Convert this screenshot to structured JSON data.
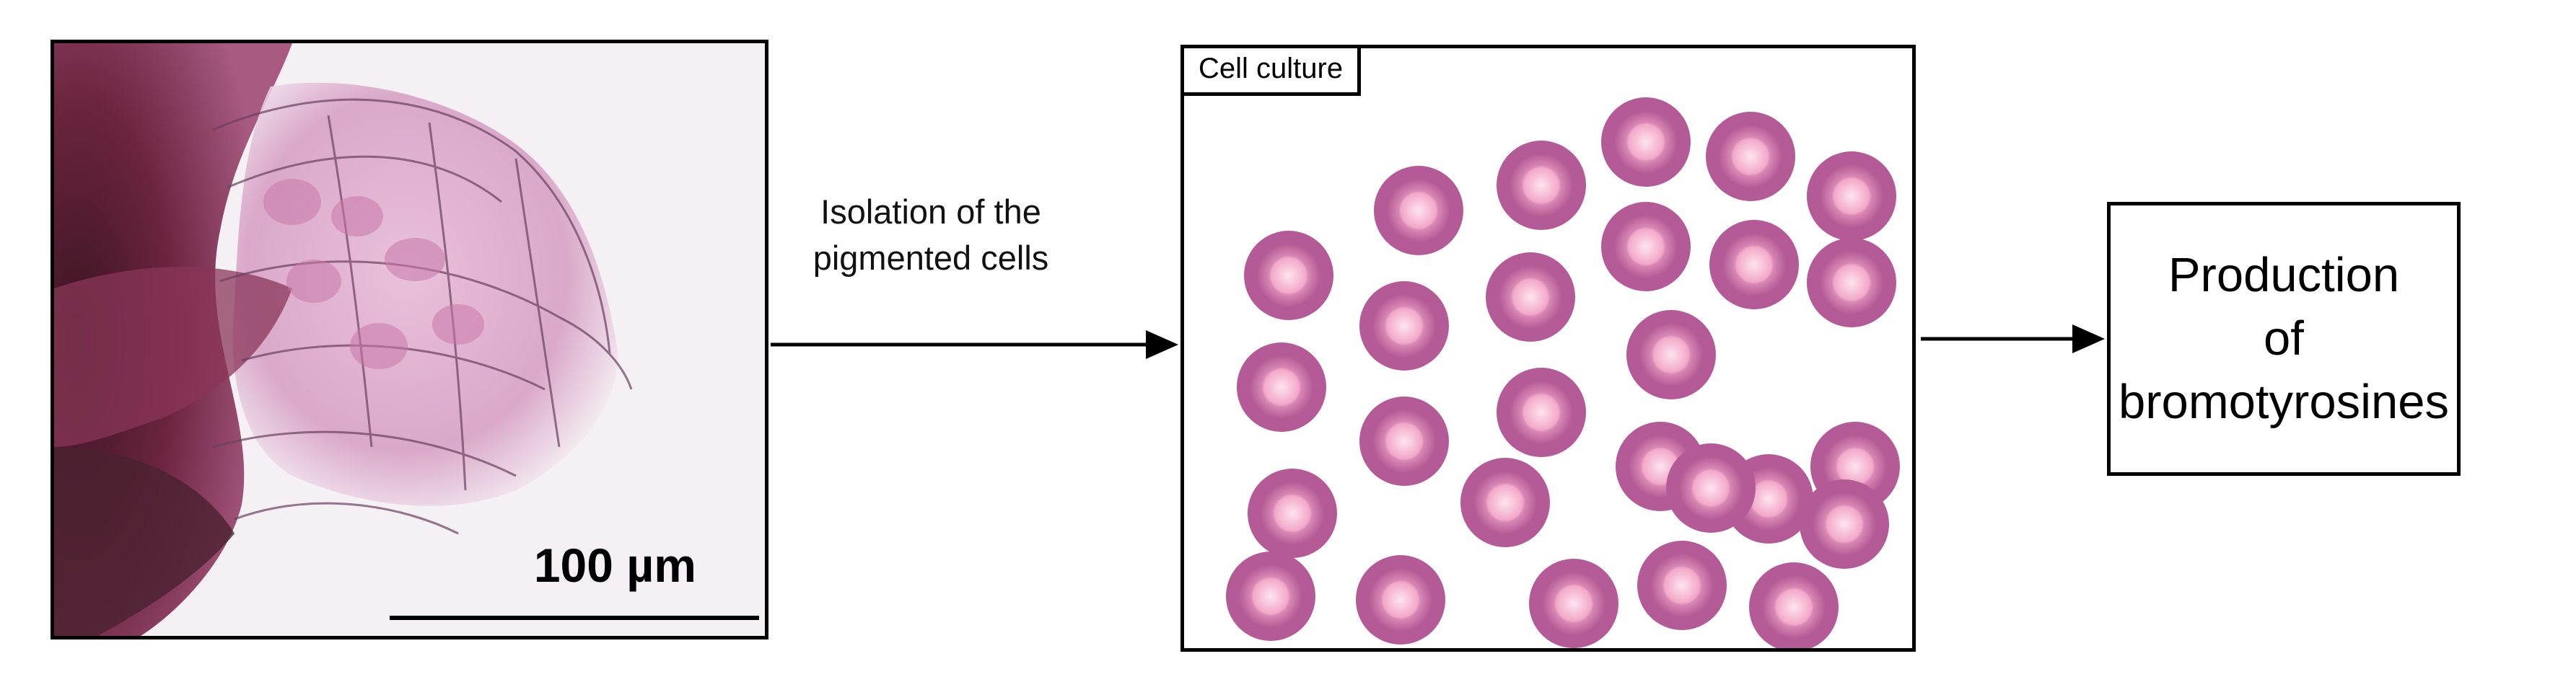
{
  "micrograph": {
    "scale_label": "100 µm"
  },
  "arrow_1": {
    "label_line1": "Isolation of the",
    "label_line2": "pigmented cells"
  },
  "culture": {
    "title": "Cell culture",
    "cell_count": 27,
    "cell_outer_color": "#b45a96",
    "cell_inner_color": "#f8c0d8"
  },
  "result": {
    "line1": "Production",
    "line2": "of",
    "line3": "bromotyrosines"
  }
}
